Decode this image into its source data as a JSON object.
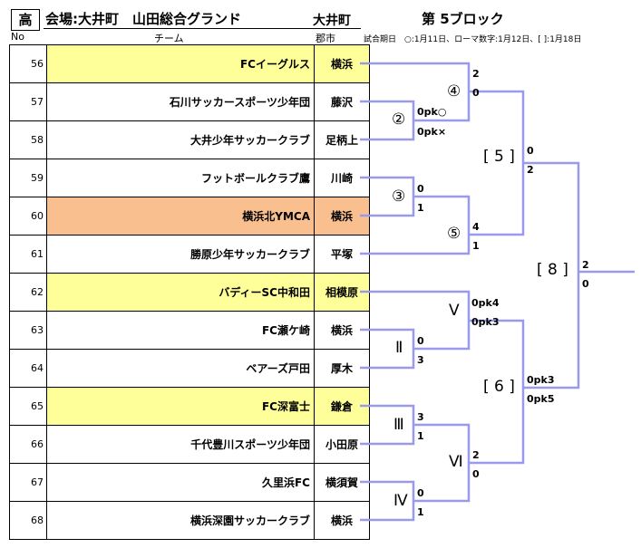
{
  "header": {
    "division": "高",
    "venue": "会場:大井町　山田総合グランド",
    "town": "大井町",
    "block": "第 5ブロック"
  },
  "columns": {
    "no": "No",
    "team": "チーム",
    "city": "郡市"
  },
  "legend": "試合期日　○:1月11日、ローマ数字:1月12日、[ ]:1月18日",
  "teams": [
    {
      "no": "56",
      "name": "FCイーグルス",
      "city": "横浜",
      "highlight": "yellow"
    },
    {
      "no": "57",
      "name": "石川サッカースポーツ少年団",
      "city": "藤沢",
      "highlight": ""
    },
    {
      "no": "58",
      "name": "大井少年サッカークラブ",
      "city": "足柄上",
      "highlight": ""
    },
    {
      "no": "59",
      "name": "フットボールクラブ鷹",
      "city": "川崎",
      "highlight": ""
    },
    {
      "no": "60",
      "name": "横浜北YMCA",
      "city": "横浜",
      "highlight": "orange"
    },
    {
      "no": "61",
      "name": "勝原少年サッカークラブ",
      "city": "平塚",
      "highlight": ""
    },
    {
      "no": "62",
      "name": "バディーSC中和田",
      "city": "相模原",
      "highlight": "yellow"
    },
    {
      "no": "63",
      "name": "FC瀬ケ崎",
      "city": "横浜",
      "highlight": ""
    },
    {
      "no": "64",
      "name": "ベアーズ戸田",
      "city": "厚木",
      "highlight": ""
    },
    {
      "no": "65",
      "name": "FC深富士",
      "city": "鎌倉",
      "highlight": "yellow"
    },
    {
      "no": "66",
      "name": "千代豊川スポーツ少年団",
      "city": "小田原",
      "highlight": ""
    },
    {
      "no": "67",
      "name": "久里浜FC",
      "city": "横須賀",
      "highlight": ""
    },
    {
      "no": "68",
      "name": "横浜深園サッカークラブ",
      "city": "横浜",
      "highlight": ""
    }
  ],
  "matches": {
    "m2": {
      "label": "②",
      "top": "0pk○",
      "bottom": "0pk×"
    },
    "m3": {
      "label": "③",
      "top": "0",
      "bottom": "1"
    },
    "m4": {
      "label": "④",
      "top": "2",
      "bottom": "0"
    },
    "m5": {
      "label": "⑤",
      "top": "4",
      "bottom": "1"
    },
    "mII": {
      "label": "Ⅱ",
      "top": "0",
      "bottom": "3"
    },
    "mIII": {
      "label": "Ⅲ",
      "top": "3",
      "bottom": "1"
    },
    "mIV": {
      "label": "Ⅳ",
      "top": "0",
      "bottom": "1"
    },
    "mV": {
      "label": "Ⅴ",
      "top": "0pk4",
      "bottom": "0pk3"
    },
    "mVI": {
      "label": "Ⅵ",
      "top": "2",
      "bottom": "0"
    },
    "b5": {
      "label": "[ 5 ]",
      "top": "0",
      "bottom": "2"
    },
    "b6": {
      "label": "[ 6 ]",
      "top": "0pk3",
      "bottom": "0pk5"
    },
    "b8": {
      "label": "[ 8 ]",
      "top": "2",
      "bottom": "0"
    }
  },
  "colors": {
    "bracket_line": "#9999ee",
    "yellow": "#ffff99",
    "orange": "#fabf8f"
  }
}
